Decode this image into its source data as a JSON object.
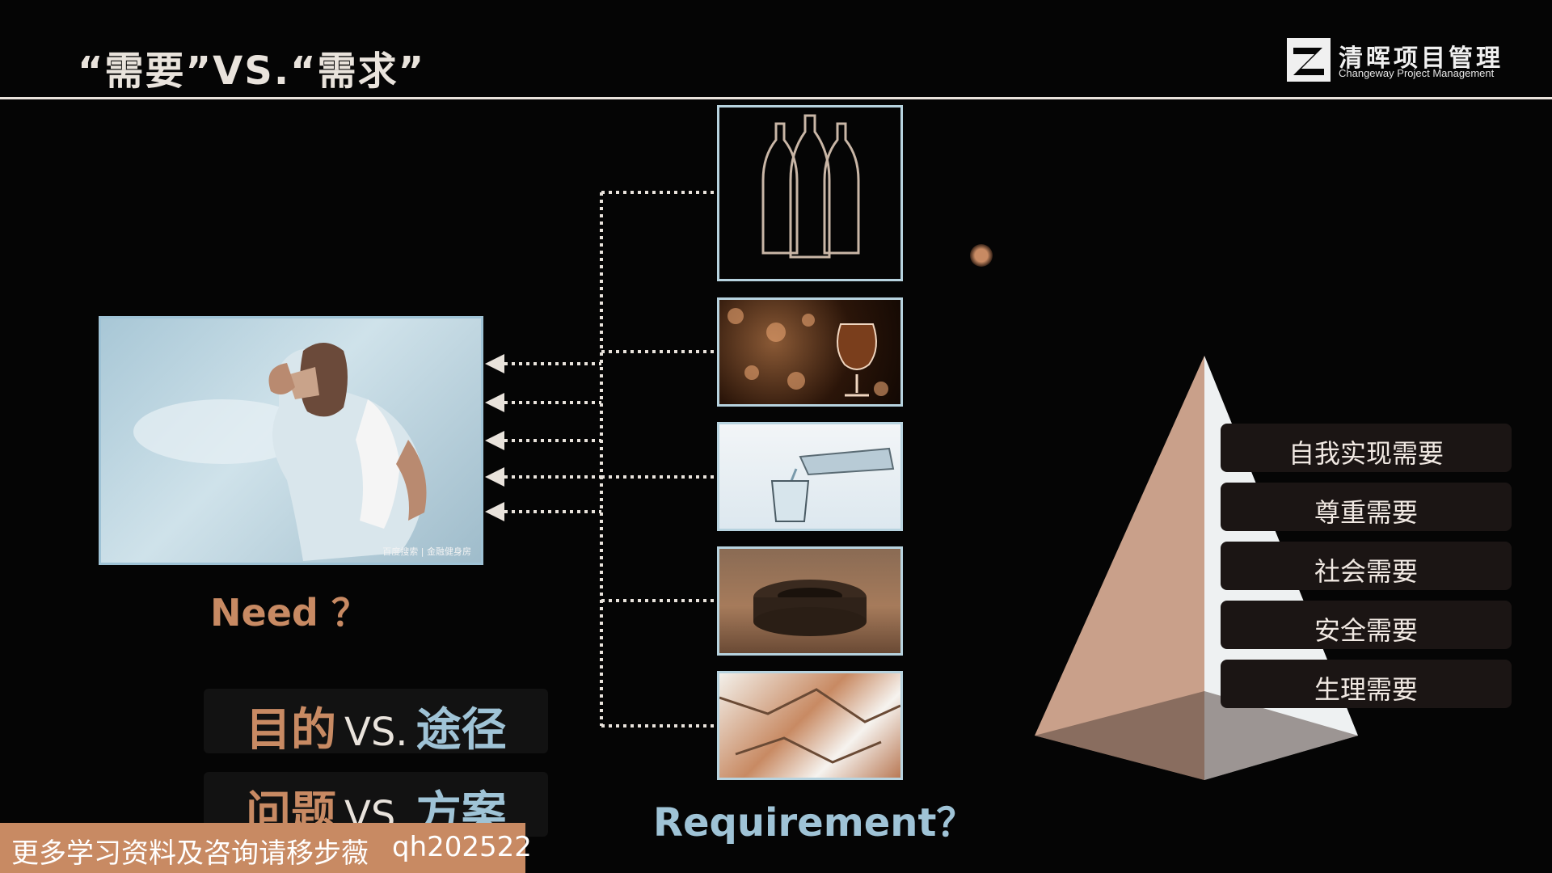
{
  "title": "“需要”VS.“需求”",
  "logo": {
    "name_cn": "清晖项目管理",
    "name_en": "Changeway Project Management"
  },
  "left_photo": {
    "caption": "百度搜索 | 金融健身房"
  },
  "need_label": "Need ？",
  "requirement_label": "Requirement？",
  "comparisons": [
    {
      "left": "目的",
      "vs": "VS.",
      "right": "途径"
    },
    {
      "left": "问题",
      "vs": "VS.",
      "right": "方案"
    }
  ],
  "banner": {
    "text": "更多学习资料及咨询请移步薇",
    "id": "qh202522"
  },
  "maslow_levels": [
    "自我实现需要",
    "尊重需要",
    "社会需要",
    "安全需要",
    "生理需要"
  ],
  "thumbnails": [
    "wine-bottles-image",
    "brandy-glass-image",
    "water-bottle-pour-image",
    "dry-well-image",
    "cracked-earth-image"
  ],
  "colors": {
    "accent_orange": "#c88a63",
    "accent_blue": "#9fc3d6",
    "background": "#050505"
  }
}
